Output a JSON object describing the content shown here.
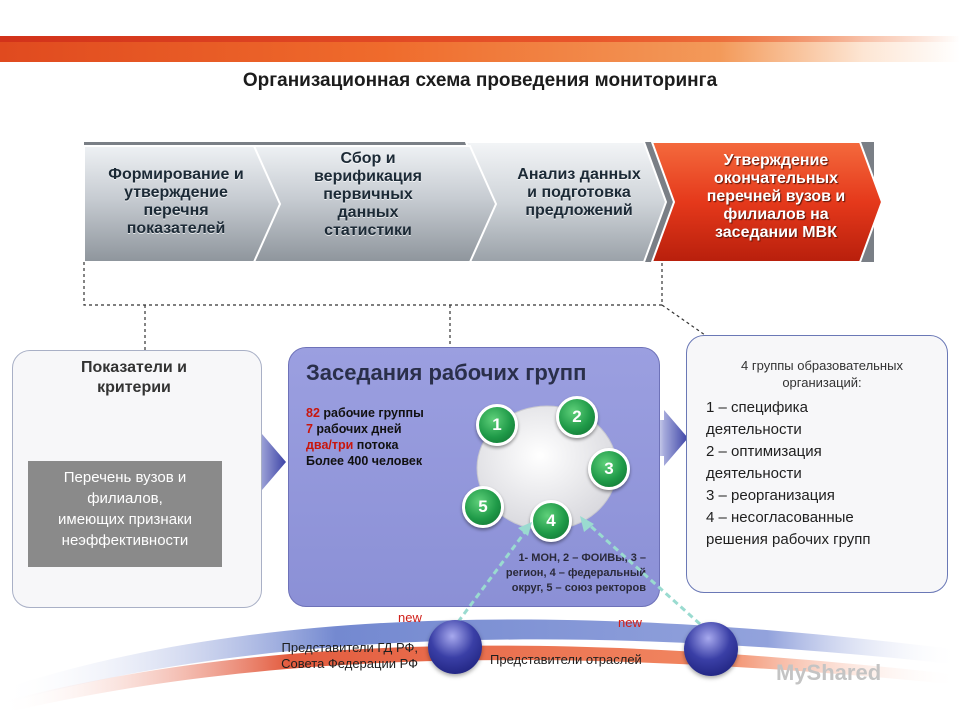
{
  "title": "Организационная схема проведения мониторинга",
  "stages": [
    {
      "lines": [
        "Формирование и",
        "утверждение",
        "перечня",
        "показателей"
      ]
    },
    {
      "lines": [
        "Сбор и",
        "верификация",
        "первичных",
        "данных",
        "статистики"
      ]
    },
    {
      "lines": [
        "Анализ данных",
        "и подготовка",
        "предложений"
      ]
    },
    {
      "lines": [
        "Утверждение",
        "окончательных",
        "перечней вузов и",
        "филиалов на",
        "заседании МВК"
      ]
    }
  ],
  "left_panel": {
    "title_lines": [
      "Показатели и",
      "критерии"
    ],
    "box_lines": [
      "Перечень вузов и",
      "филиалов,",
      "имеющих признаки",
      "неэффективности"
    ]
  },
  "center_panel": {
    "title": "Заседания рабочих групп",
    "info": [
      {
        "num": "82",
        "text": " рабочие группы"
      },
      {
        "num": "7",
        "text": " рабочих дней"
      },
      {
        "num": "два/три",
        "text": " потока"
      },
      {
        "num": "",
        "text": "Более 400 человек"
      }
    ],
    "circles": [
      "1",
      "2",
      "3",
      "4",
      "5"
    ],
    "legend_lines": [
      "1- МОН, 2 – ФОИВы, 3 –",
      "регион, 4 – федеральный",
      "округ, 5 – союз ректоров"
    ]
  },
  "right_panel": {
    "header_lines": [
      "4 группы образовательных",
      "организаций:"
    ],
    "items": [
      [
        "1 – специфика",
        "деятельности"
      ],
      [
        "2 – оптимизация",
        "деятельности"
      ],
      [
        "3 – реорганизация"
      ],
      [
        "4 – несогласованные",
        "решения рабочих групп"
      ]
    ]
  },
  "representatives": {
    "new_label": "new",
    "left_lines": [
      "Представители ГД РФ,",
      "Совета Федерации РФ"
    ],
    "right_label": "Представители отраслей"
  },
  "watermark": "MyShared",
  "colors": {
    "accent_orange": "#e8552a",
    "stage_red": "#e5391b",
    "panel_purple": "#9296dc",
    "circle_green": "#1f9a48",
    "highlight_red": "#c8160c"
  }
}
